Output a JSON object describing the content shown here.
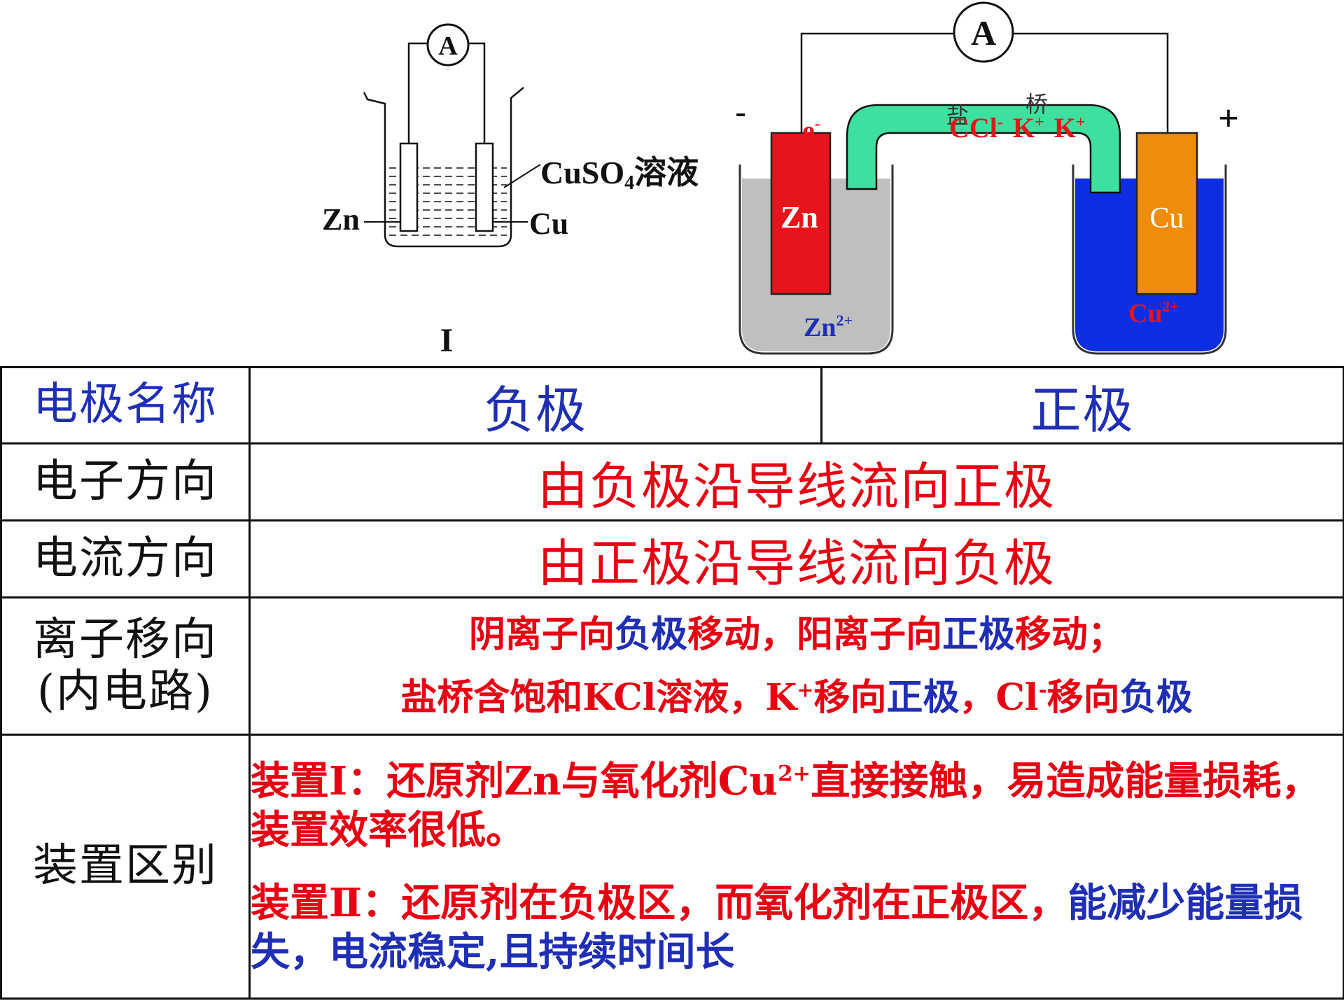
{
  "cell1": {
    "ammeter": "A",
    "solution": "CuSO",
    "solution_sub": "4",
    "solution_suffix": "溶液",
    "left_electrode": "Zn",
    "right_electrode": "Cu",
    "label": "I"
  },
  "cell2": {
    "ammeter": "A",
    "minus": "-",
    "plus": "+",
    "electron": "e",
    "electron_sup": "-",
    "bridge_1": "盐",
    "bridge_2": "桥",
    "bridge_ions": "CCl",
    "bridge_ions_sup": "-",
    "k1": "K",
    "k1_sup": "+",
    "k2": "K",
    "k2_sup": "+",
    "zn_electrode": "Zn",
    "cu_electrode": "Cu",
    "zn_ion": "Zn",
    "zn_ion_sup": "2+",
    "cu_ion": "Cu",
    "cu_ion_sup": "2+",
    "colors": {
      "zinc": "#e8141c",
      "copper": "#f08c0c",
      "gray_solution": "#bfbfbf",
      "blue_solution": "#0c2ee0",
      "bridge": "#3ee0a0"
    }
  },
  "table": {
    "row1": {
      "label": "电极名称",
      "negative": "负极",
      "positive": "正极"
    },
    "row2": {
      "label": "电子方向",
      "value": "由负极沿导线流向正极"
    },
    "row3": {
      "label": "电流方向",
      "value": "由正极沿导线流向负极"
    },
    "row4": {
      "label_1": "离子移向",
      "label_2": "(内电路)",
      "line1": {
        "a": "阴离子向",
        "b": "负极",
        "c": "移动，阳离子向",
        "d": "正极",
        "e": "移动；"
      },
      "line2": {
        "a": "盐桥含饱和KCl溶液，K",
        "a_sup": "+",
        "b": "移向",
        "c": "正极",
        "d": "，Cl",
        "d_sup": "-",
        "e": "移向",
        "f": "负极"
      }
    },
    "row5": {
      "label": "装置区别",
      "p1": {
        "a": "装置Ⅰ：还原剂Zn与氧化剂Cu",
        "a_sup": "2+",
        "b": "直接接触，易造成能量损耗，装置效率很低。"
      },
      "p2": {
        "a": "装置Ⅱ：还原剂在负极区，而氧化剂在正极区，",
        "b": "能减少能量损失，电流稳定,且持续时间长"
      }
    }
  }
}
